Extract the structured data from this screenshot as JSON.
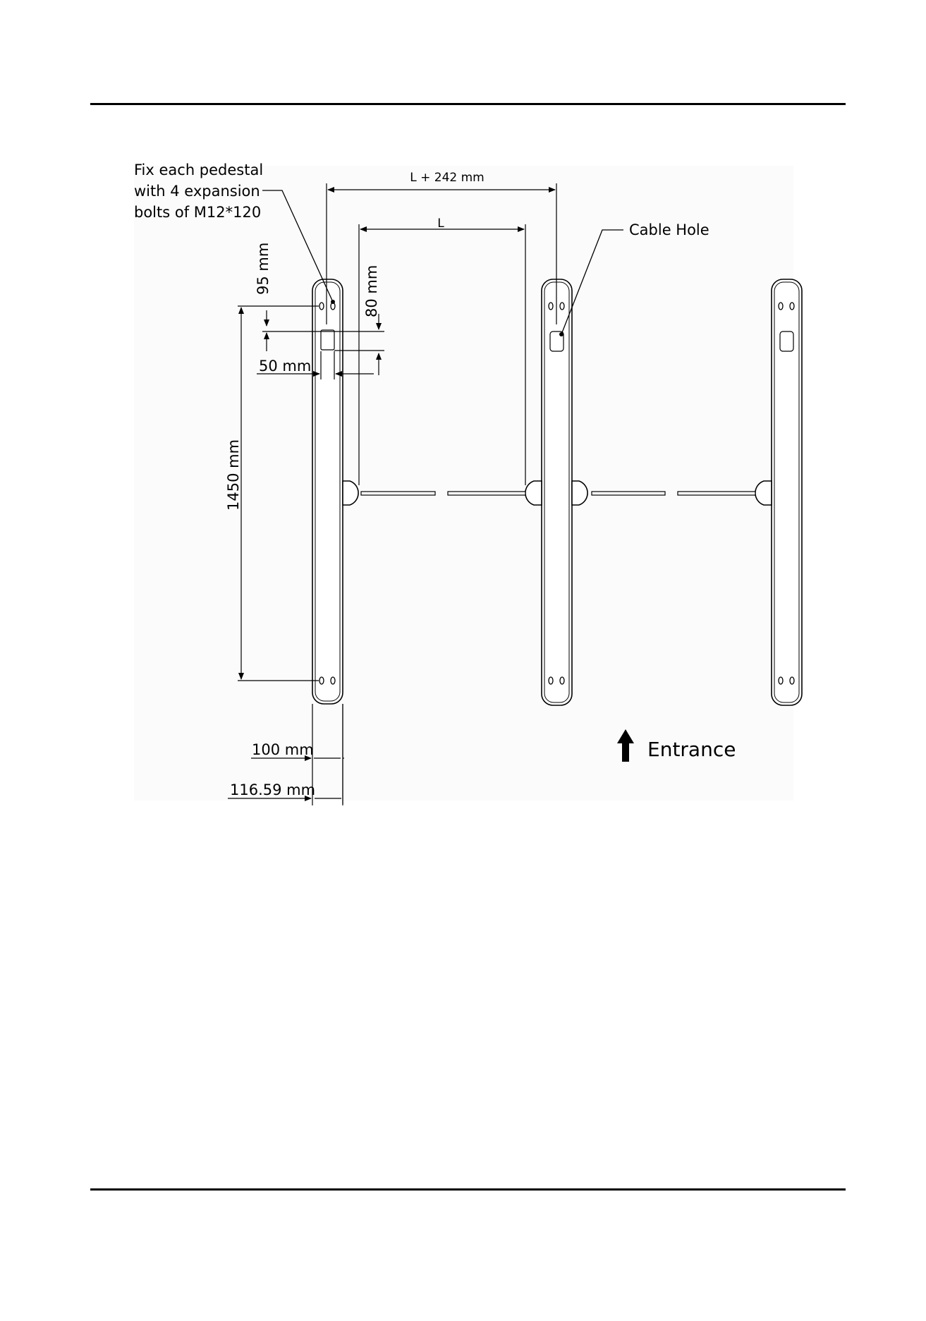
{
  "annotations": {
    "fix_line1": "Fix each pedestal",
    "fix_line2": "with 4 expansion",
    "fix_line3": "bolts of M12*120",
    "total_span": "L + 242 mm",
    "span_L": "L",
    "cable_hole": "Cable Hole",
    "dim_95": "95 mm",
    "dim_80": "80 mm",
    "dim_50": "50 mm",
    "dim_1450": "1450 mm",
    "dim_100": "100 mm",
    "dim_11659": "116.59 mm",
    "entrance": "Entrance"
  }
}
